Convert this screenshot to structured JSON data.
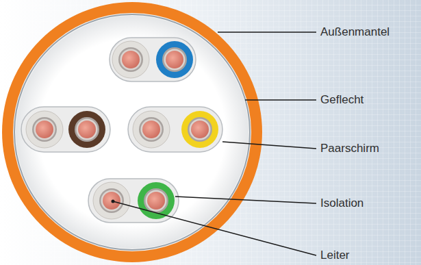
{
  "diagram": {
    "labels": [
      "Außenmantel",
      "Geflecht",
      "Paarschirm",
      "Isolation",
      "Leiter"
    ]
  }
}
